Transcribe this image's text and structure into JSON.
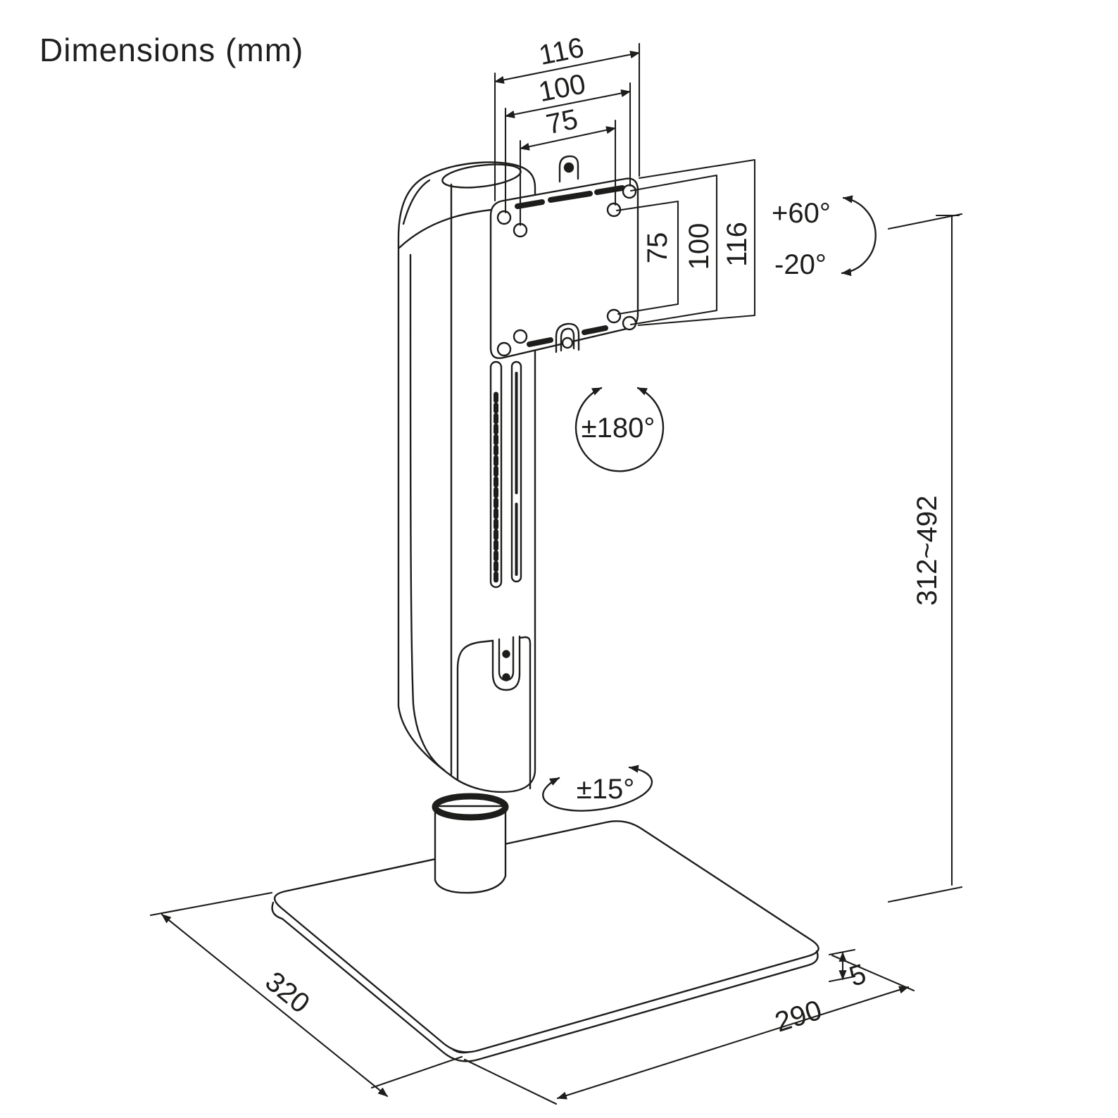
{
  "title": "Dimensions (mm)",
  "drawing": {
    "subject": "free-standing height-adjustable monitor stand, isometric technical drawing",
    "units": "mm",
    "line_color": "#1d1d1b",
    "background": "#ffffff",
    "vesa_width": {
      "outer": "116",
      "mid": "100",
      "inner": "75"
    },
    "vesa_height": {
      "inner": "75",
      "mid": "100",
      "outer": "116"
    },
    "tilt_up": "+60°",
    "tilt_down": "-20°",
    "swivel": "±180°",
    "base_rotation": "±15°",
    "height_range": "312~492",
    "base_depth": "320",
    "base_width": "290",
    "base_thickness": "5"
  }
}
